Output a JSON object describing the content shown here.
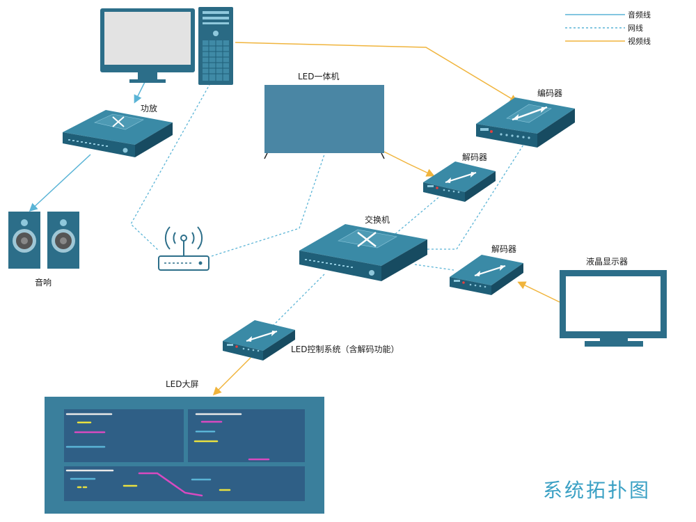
{
  "legend": {
    "audio_line": "音频线",
    "network_line": "网线",
    "video_line": "视频线"
  },
  "labels": {
    "amplifier": "功放",
    "speakers": "音响",
    "led_all_in_one": "LED一体机",
    "encoder": "编码器",
    "decoder_top": "解码器",
    "switch": "交换机",
    "decoder_right": "解码器",
    "lcd_monitor": "液晶显示器",
    "led_control": "LED控制系统（含解码功能）",
    "led_big_screen": "LED大屏"
  },
  "diagram_title": "系统拓扑图",
  "colors": {
    "device_dark": "#1f5f78",
    "device_top": "#3a8aa6",
    "screen_blue": "#4a86a4",
    "audio_line": "#5ab4d6",
    "network_line": "#5ab4d6",
    "video_line": "#f0b43c",
    "title": "#3aa0c4"
  }
}
